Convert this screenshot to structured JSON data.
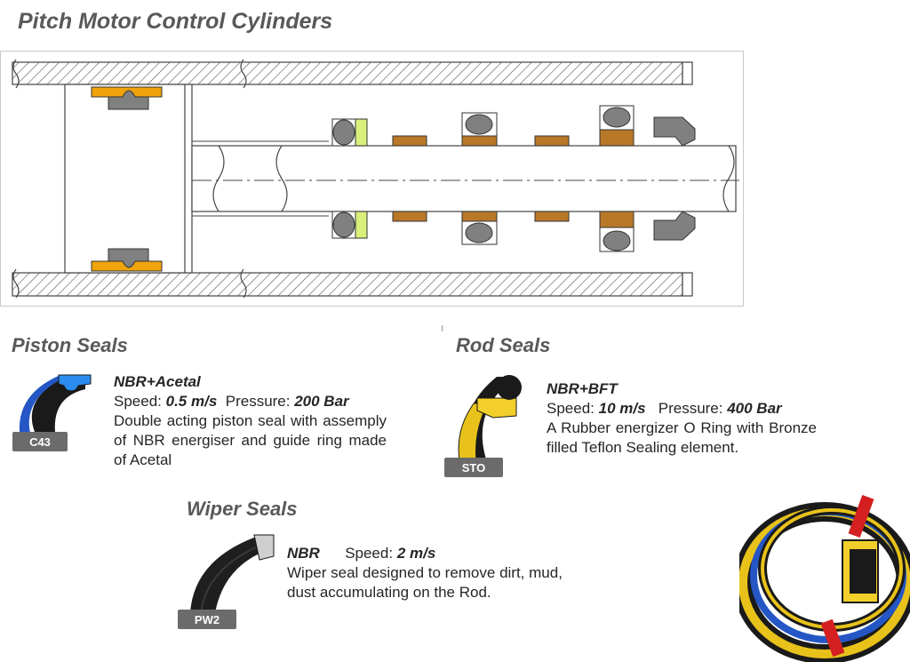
{
  "title": "Pitch Motor Control Cylinders",
  "piston": {
    "heading": "Piston Seals",
    "material": "NBR+Acetal",
    "speed_label": "Speed:",
    "speed_value": "0.5 m/s",
    "pressure_label": "Pressure:",
    "pressure_value": "200 Bar",
    "description": "Double acting piston seal with assemply of NBR energiser and guide ring made of Acetal",
    "code": "C43"
  },
  "rod": {
    "heading": "Rod Seals",
    "material": "NBR+BFT",
    "speed_label": "Speed:",
    "speed_value": "10 m/s",
    "pressure_label": "Pressure:",
    "pressure_value": "400 Bar",
    "description": "A Rubber energizer O Ring with Bronze filled Teflon Sealing element.",
    "code": "STO"
  },
  "wiper": {
    "heading": "Wiper Seals",
    "material": "NBR",
    "speed_label": "Speed:",
    "speed_value": "2 m/s",
    "description": "Wiper seal designed to remove dirt, mud, dust accumulating on the Rod.",
    "code": "PW2"
  },
  "colors": {
    "heading": "#595959",
    "orange": "#f0a30a",
    "bronze": "#b87828",
    "seal_grey": "#808080",
    "lime": "#d9f07a",
    "blue": "#2457c5",
    "yellow": "#e8c21a",
    "badge": "#6b6b6b"
  }
}
